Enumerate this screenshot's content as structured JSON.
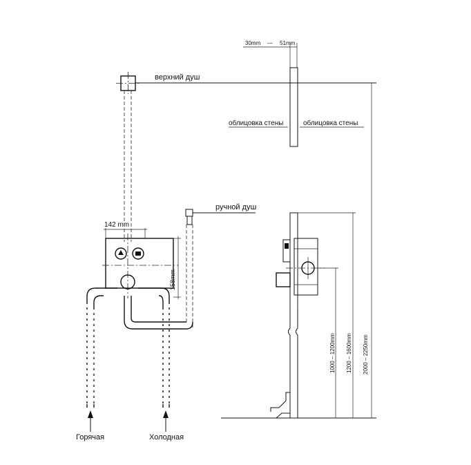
{
  "labels": {
    "top_shower": "верхний душ",
    "hand_shower": "ручной душ",
    "cladding_left": "облицовка стены",
    "cladding_right": "облицовка стены",
    "hot": "Горячая",
    "cold": "Холодная",
    "dim_width": "142 mm",
    "dim_height": "158mm",
    "thickness_min": "30mm",
    "thickness_dash": "—",
    "thickness_max": "51mm",
    "h_range_1": "1000 – 1200mm",
    "h_range_2": "1200 – 1600mm",
    "h_range_3": "2000 – 2250mm"
  }
}
